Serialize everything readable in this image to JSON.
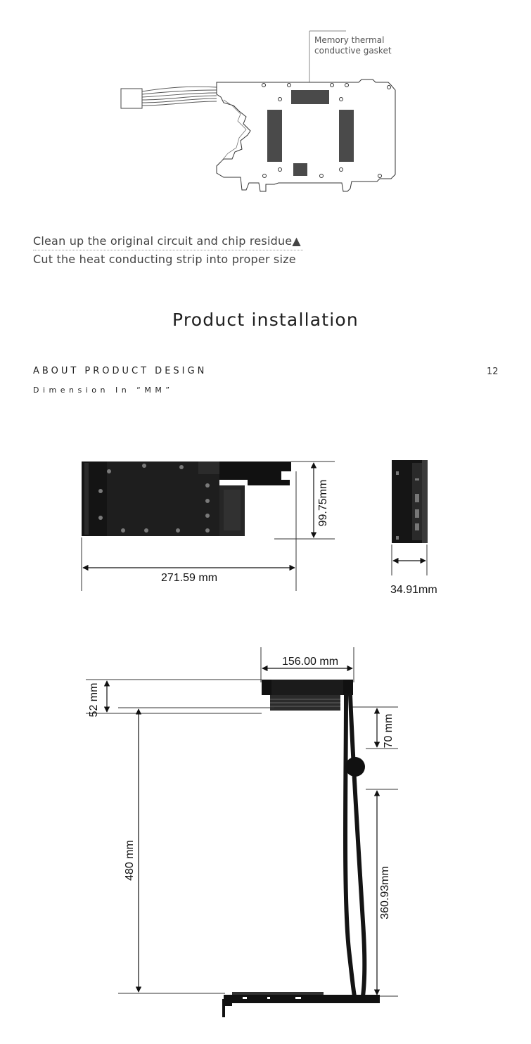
{
  "callout": {
    "line1": "Memory thermal",
    "line2": "conductive gasket"
  },
  "steps": [
    "Clean up the original circuit and chip residue▲",
    "Cut the heat conducting strip into proper size"
  ],
  "section_title": "Product installation",
  "design_header": {
    "title": "ABOUT PRODUCT DESIGN",
    "subtitle": "Dimension In “MM”",
    "page_number": "12"
  },
  "dimensions": {
    "length": "271.59 mm",
    "height": "99.75mm",
    "thickness": "34.91mm",
    "radiator_width": "156.00 mm",
    "radiator_height": "52 mm",
    "fan_thickness": "70 mm",
    "tube_length": "480 mm",
    "tube_drop": "360.93mm"
  }
}
